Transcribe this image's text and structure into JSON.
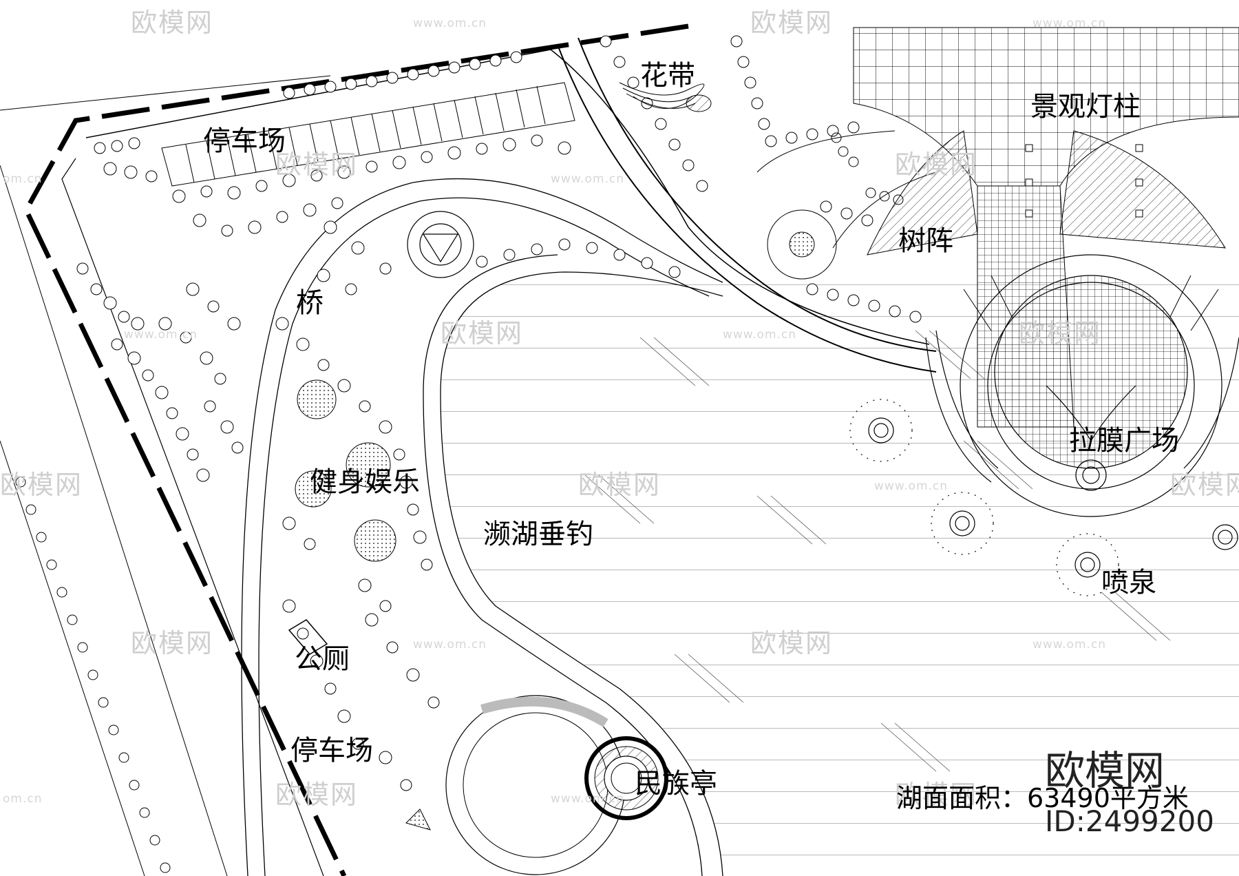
{
  "labels": {
    "parking_top": "停车场",
    "flower_belt": "花带",
    "landscape_lamp_column": "景观灯柱",
    "tree_array": "树阵",
    "bridge": "桥",
    "fitness": "健身娱乐",
    "lakeside_fishing": "濒湖垂钓",
    "membrane_plaza": "拉膜广场",
    "fountain": "喷泉",
    "toilet": "公厕",
    "parking_bottom": "停车场",
    "ethnic_pavilion": "民族亭",
    "lake_area": "湖面面积：63490平方米"
  },
  "watermark": {
    "brand": "欧模网",
    "url": "www.om.cn",
    "url_partial": "om.cn"
  },
  "brand_mark": {
    "name": "欧模网",
    "id": "ID:2499200"
  },
  "colors": {
    "line": "#000000",
    "background": "#ffffff",
    "watermark": "#cfcfcf"
  }
}
